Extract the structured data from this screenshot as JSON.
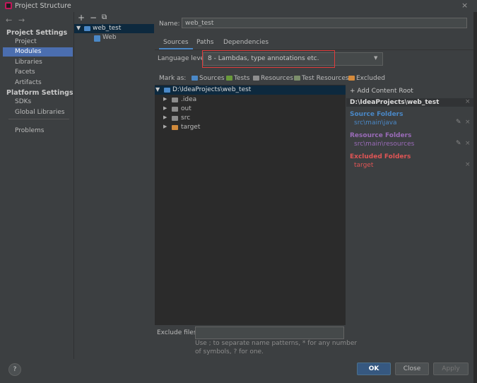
{
  "window": {
    "title": "Project Structure",
    "close_glyph": "×"
  },
  "nav": {
    "back": "←",
    "forward": "→",
    "sections": [
      {
        "heading": "Project Settings",
        "items": [
          "Project",
          "Modules",
          "Libraries",
          "Facets",
          "Artifacts"
        ]
      },
      {
        "heading": "Platform Settings",
        "items": [
          "SDKs",
          "Global Libraries"
        ]
      }
    ],
    "extra": "Problems",
    "selected": "Modules"
  },
  "modtree": {
    "toolbar": {
      "add": "+",
      "remove": "−",
      "copy": "⧉"
    },
    "module": "web_test",
    "facet": "Web"
  },
  "main": {
    "name_label": "Name:",
    "name_value": "web_test",
    "tabs": [
      "Sources",
      "Paths",
      "Dependencies"
    ],
    "active_tab": "Sources",
    "language_label": "Language level:",
    "language_value": "8 - Lambdas, type annotations etc.",
    "markas_label": "Mark as:",
    "markas": [
      "Sources",
      "Tests",
      "Resources",
      "Test Resources",
      "Excluded"
    ],
    "tree_root": "D:\\IdeaProjects\\web_test",
    "tree_children": [
      ".idea",
      "out",
      "src",
      "target"
    ],
    "exclude_label": "Exclude files:",
    "exclude_hint_1": "Use ; to separate name patterns, * for any number",
    "exclude_hint_2": "of symbols, ? for one."
  },
  "content_root": {
    "add_label": "+ Add Content Root",
    "path": "D:\\IdeaProjects\\web_test",
    "source_heading": "Source Folders",
    "source_path": "src\\main\\java",
    "resource_heading": "Resource Folders",
    "resource_path": "src\\main\\resources",
    "excluded_heading": "Excluded Folders",
    "excluded_path": "target",
    "colors": {
      "source": "#4a88c7",
      "resource": "#9a6bb8",
      "excluded": "#e05555"
    }
  },
  "buttons": {
    "help": "?",
    "ok": "OK",
    "close": "Close",
    "apply": "Apply"
  }
}
